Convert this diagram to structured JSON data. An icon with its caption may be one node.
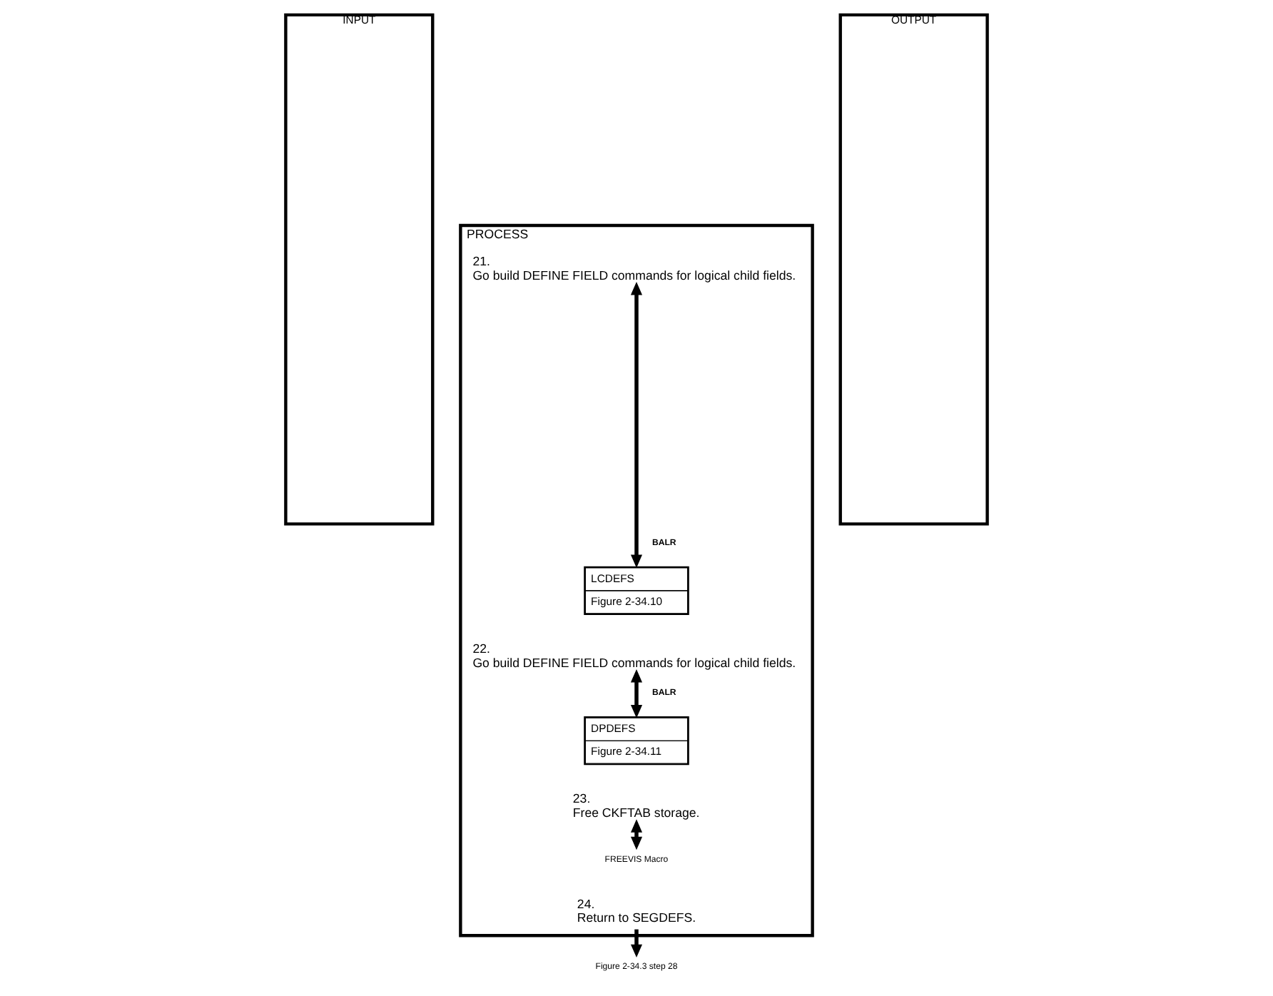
{
  "diagram": {
    "nodes": [
      {
        "text": [
          "INPUT"
        ]
      },
      {
        "text": [
          "PROCESS"
        ]
      },
      {
        "text": [
          "21.",
          "Go build DEFINE FIELD commands for logical child fields."
        ],
        "in": 1
      },
      {
        "text": [
          "LCDEFS",
          "Figure 2-34.10"
        ],
        "in": 1
      },
      {
        "text": [
          "22.",
          "Go build DEFINE FIELD commands for logical child fields."
        ],
        "in": 1
      },
      {
        "text": [
          "DPDEFS",
          "Figure 2-34.11"
        ],
        "in": 1
      },
      {
        "text": [
          "23.",
          "Free CKFTAB storage."
        ],
        "in": 1
      },
      {
        "text": [
          "FREEVIS Macro"
        ],
        "in": 1
      },
      {
        "text": [
          "24.",
          "Return to SEGDEFS."
        ],
        "in": 1
      },
      {
        "text": [
          "Figure 2-34.3 step 28"
        ]
      },
      {
        "text": [
          "OUTPUT"
        ]
      }
    ],
    "edges": [
      {
        "from": 2,
        "to": 3,
        "arrow": "both",
        "label": "BALR"
      },
      {
        "from": 4,
        "to": 5,
        "arrow": "both",
        "label": "BALR"
      },
      {
        "from": 6,
        "to": 7,
        "arrow": "both"
      },
      {
        "from": 8,
        "to": 9,
        "arrow": "to"
      }
    ]
  }
}
